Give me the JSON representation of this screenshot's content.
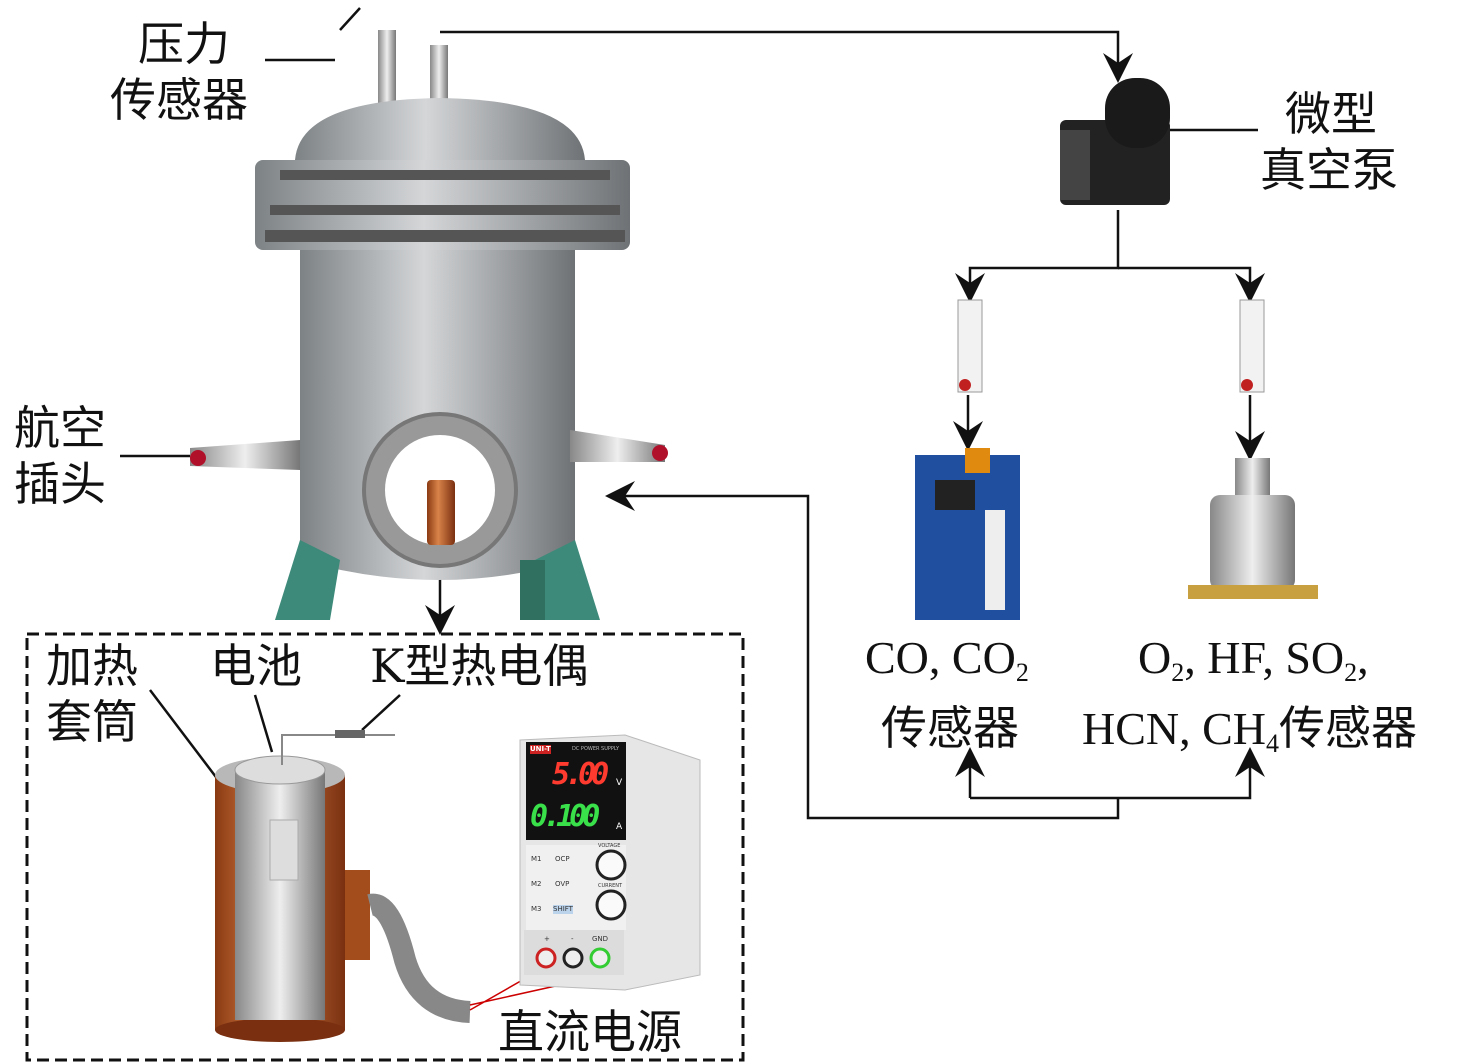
{
  "labels": {
    "pressure_sensor": [
      "压力",
      "传感器"
    ],
    "vacuum_pump": [
      "微型",
      "真空泵"
    ],
    "aviation_plug": [
      "航空",
      "插头"
    ],
    "heating_sleeve": [
      "加热",
      "套筒"
    ],
    "battery": "电池",
    "thermocouple": "K型热电偶",
    "dc_power": "直流电源",
    "co_sensor": {
      "line1": "CO, CO",
      "sub": "2",
      "line2": "传感器"
    },
    "gas_sensor": {
      "l1a": "O",
      "l1a_sub": "2",
      "l1b": ", HF, SO",
      "l1b_sub": "2",
      "l1c": ",",
      "l2a": "HCN, CH",
      "l2a_sub": "4",
      "l2b": "传感器"
    }
  },
  "power_supply": {
    "brand": "UNI-T",
    "title": "DC POWER SUPPLY",
    "voltage": "5.00",
    "voltage_unit": "V",
    "current": "0.100",
    "current_unit": "A",
    "buttons": [
      "M1",
      "OCP",
      "M2",
      "OVP",
      "M3",
      "SHIFT"
    ],
    "knobs": [
      "VOLTAGE",
      "CURRENT"
    ],
    "terminals": [
      "+",
      "-",
      "GND"
    ]
  },
  "colors": {
    "copper": "#c0622a",
    "steel": "#a9adb0",
    "line": "#111111",
    "pcb": "#1f4f9e",
    "seg_red": "#ff3b2f",
    "seg_green": "#39e04a"
  }
}
